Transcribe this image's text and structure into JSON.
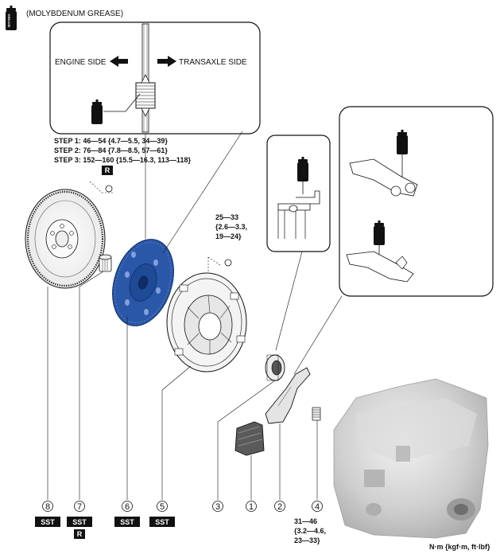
{
  "legend": {
    "grease_icon": "grease-can-icon",
    "grease_label": "GREASE",
    "grease_text": "(MOLYBDENUM GREASE)"
  },
  "inset_splines": {
    "engine_side": "ENGINE SIDE",
    "transaxle_side": "TRANSAXLE SIDE",
    "arrow_left_icon": "arrow-left-icon",
    "arrow_right_icon": "arrow-right-icon"
  },
  "torque_flywheel": {
    "step1": "STEP 1: 46—54 {4.7—5.5, 34—39}",
    "step2": "STEP 2: 76—84 {7.8—8.5, 57—61}",
    "step3": "STEP 3: 152—160 {15.5—16.3, 113—118}",
    "replace_badge": "R"
  },
  "torque_cover": {
    "line1": "25—33",
    "line2": "{2.6—3.3,",
    "line3": "19—24}"
  },
  "torque_stud": {
    "line1": "31—46",
    "line2": "{3.2—4.6,",
    "line3": "23—33}"
  },
  "units": "N·m {kgf·m, ft·lbf}",
  "callouts": [
    {
      "num": "8",
      "badges": [
        "SST"
      ]
    },
    {
      "num": "7",
      "badges": [
        "SST",
        "R"
      ]
    },
    {
      "num": "6",
      "badges": [
        "SST"
      ]
    },
    {
      "num": "5",
      "badges": [
        "SST"
      ]
    },
    {
      "num": "3",
      "badges": []
    },
    {
      "num": "1",
      "badges": []
    },
    {
      "num": "2",
      "badges": []
    },
    {
      "num": "4",
      "badges": []
    }
  ],
  "colors": {
    "clutch_disc": "#2a57a8",
    "line": "#111111",
    "transaxle_body": "#c8c8c8"
  }
}
